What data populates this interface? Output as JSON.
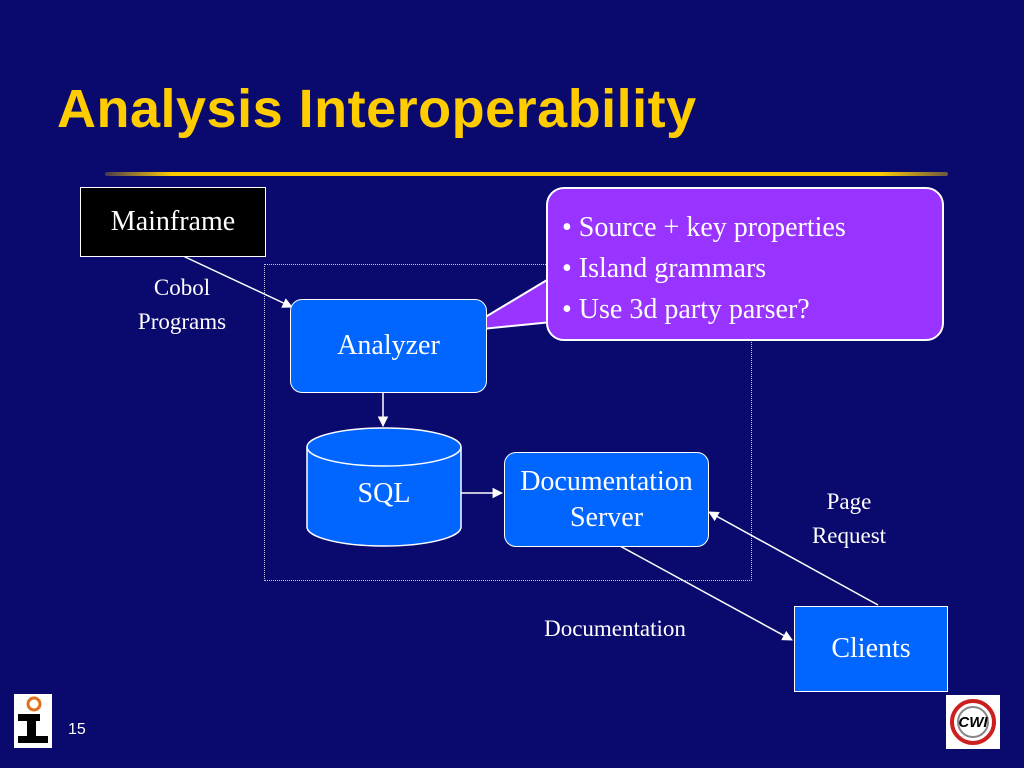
{
  "slide": {
    "title": "Analysis Interoperability",
    "number": "15"
  },
  "nodes": {
    "mainframe": "Mainframe",
    "analyzer": "Analyzer",
    "sql": "SQL",
    "doc_server_line1": "Documentation",
    "doc_server_line2": "Server",
    "clients": "Clients"
  },
  "edge_labels": {
    "cobol_line1": "Cobol",
    "cobol_line2": "Programs",
    "page_line1": "Page",
    "page_line2": "Request",
    "documentation": "Documentation"
  },
  "callout": {
    "items": [
      "• Source + key properties",
      "• Island grammars",
      "• Use 3d party parser?"
    ]
  },
  "logos": {
    "right_text": "CWI"
  },
  "colors": {
    "background": "#0a0a6e",
    "title": "#ffcc00",
    "node_fill": "#0066ff",
    "callout_fill": "#9933ff"
  }
}
